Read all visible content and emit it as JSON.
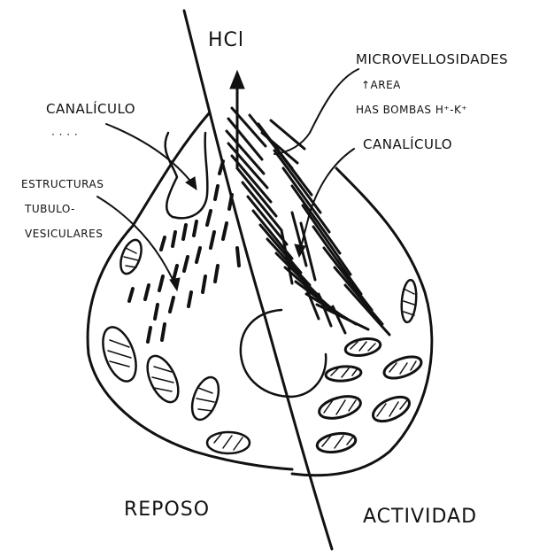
{
  "labels": {
    "hcl": "HCl",
    "microvellosidades": "MICROVELLOSIDADES",
    "area": "↑AREA",
    "bombas": "HAS BOMBAS H⁺-K⁺",
    "canaliculo_left": "CANALÍCULO",
    "canaliculo_right": "CANALÍCULO",
    "estructuras": "ESTRUCTURAS",
    "tubulo": "TUBULO-",
    "vesiculares": "VESICULARES",
    "reposo": "REPOSO",
    "actividad": "ACTIVIDAD",
    "dots": "· · · ·"
  },
  "colors": {
    "ink": "#111111",
    "paper": "#ffffff"
  }
}
